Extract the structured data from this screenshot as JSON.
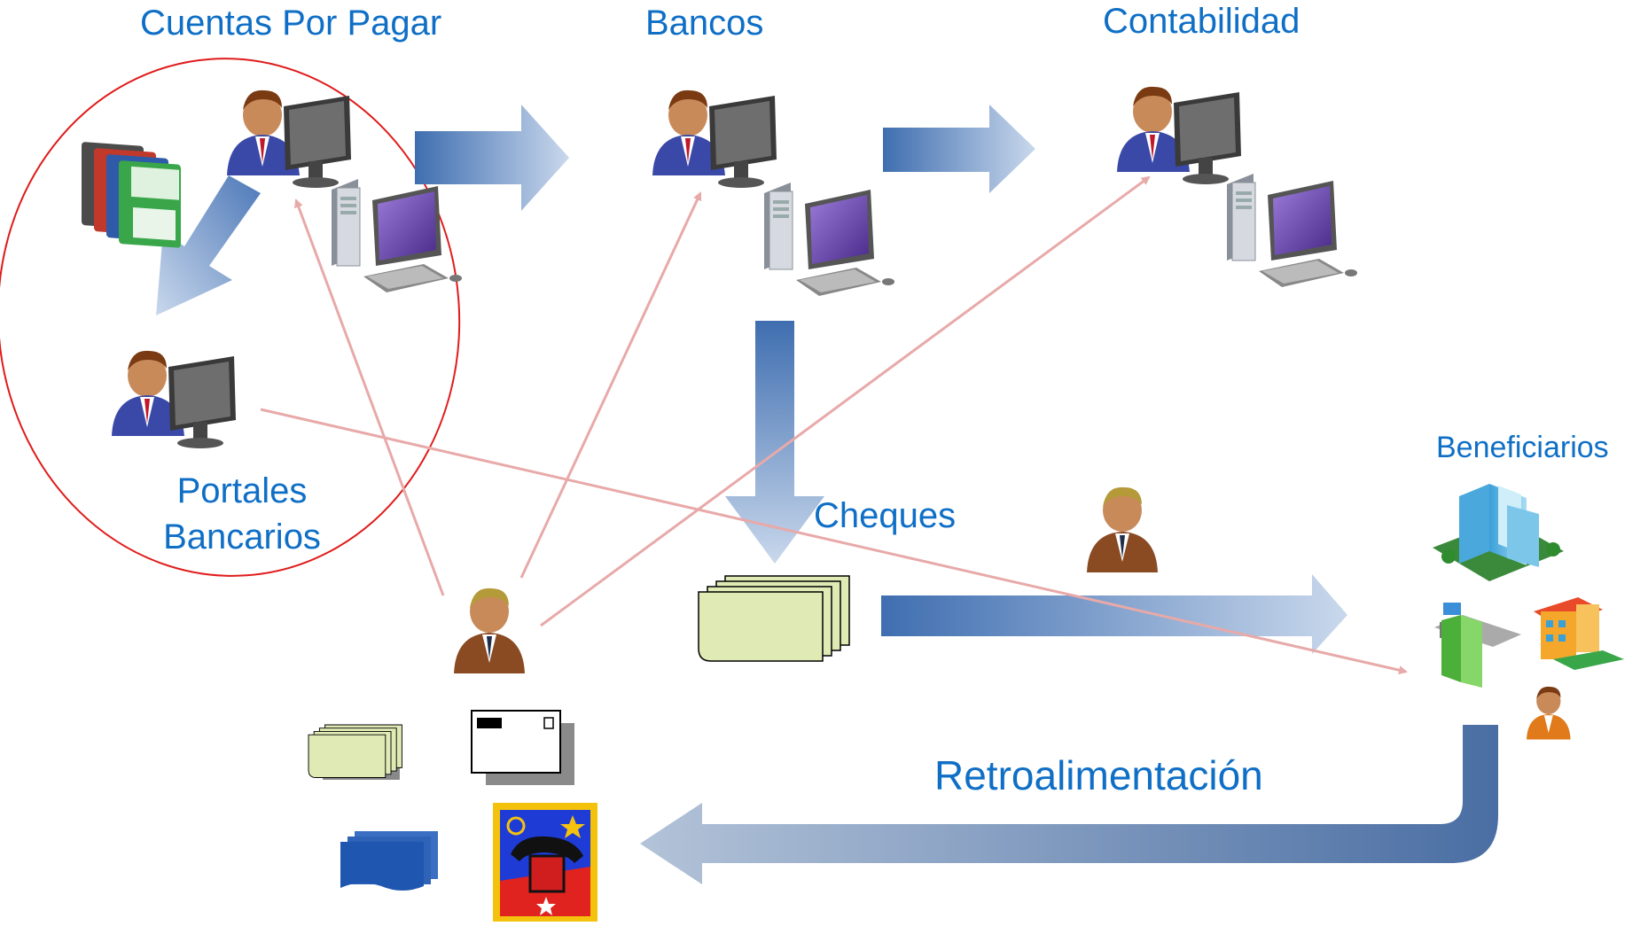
{
  "labels": {
    "cuentas_por_pagar": "Cuentas Por Pagar",
    "bancos": "Bancos",
    "contabilidad": "Contabilidad",
    "beneficiarios": "Beneficiarios",
    "portales_line1": "Portales",
    "portales_line2": "Bancarios",
    "cheques": "Cheques",
    "retroalimentacion": "Retroalimentación"
  },
  "colors": {
    "text_blue": "#0f6fc6",
    "arrow_blue_dark": "#3f6eb0",
    "arrow_blue_light": "#c9d8ec",
    "thin_arrow_pink": "#e8a9a9",
    "ellipse_red": "#e01b1b",
    "paper_green": "#dfeab4",
    "person_skin": "#c98a5a",
    "suit_blue": "#3a49a8",
    "suit_brown": "#8a4a22"
  },
  "icons": {
    "person_computer": "user-at-computer-icon",
    "desktop": "desktop-computer-icon",
    "floppy": "floppy-disks-icon",
    "person": "person-icon",
    "documents": "document-stack-icon",
    "envelope": "envelope-icon",
    "phone": "telephone-stamp-icon",
    "buildings": "buildings-icon"
  }
}
